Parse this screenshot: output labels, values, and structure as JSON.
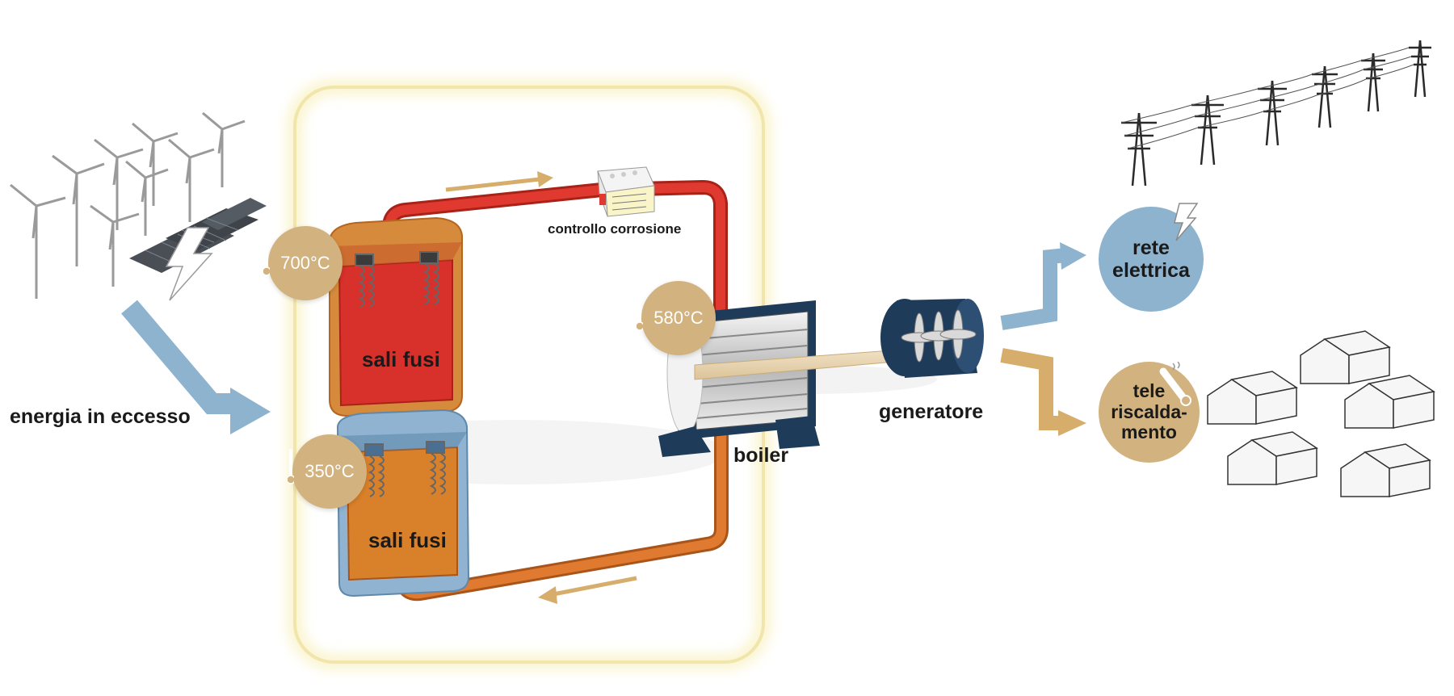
{
  "labels": {
    "excess_energy": "energia in eccesso",
    "corrosion_control": "controllo corrosione",
    "hot_tank": "sali fusi",
    "cold_tank": "sali fusi",
    "boiler": "boiler",
    "generator": "generatore",
    "grid_line1": "rete",
    "grid_line2": "elettrica",
    "heating_line1": "tele",
    "heating_line2": "riscalda-",
    "heating_line3": "mento"
  },
  "temperatures": {
    "hot_tank": "700°C",
    "cold_tank": "350°C",
    "boiler_inlet": "580°C"
  },
  "colors": {
    "hot_salt": "#d8302a",
    "cold_salt": "#d9802a",
    "hot_pipe": "#e03a30",
    "cold_pipe": "#e07a30",
    "hot_tank_shell": "#d68a3c",
    "cold_tank_shell": "#8fb3d1",
    "energy_arrow_blue": "#8eb3cf",
    "energy_arrow_gold": "#d6ad6b",
    "temperature_badge": "#d2b27e",
    "grid_circle": "#8eb3cf",
    "heating_circle": "#d2b27e",
    "frame_glow": "#f3e6a0",
    "boiler_frame": "#1f3b5a"
  },
  "icons": {
    "wind_turbines": "wind-turbine-icon",
    "solar_panels": "solar-panel-icon",
    "lightning": "lightning-icon",
    "power_lines": "power-pylon-icon",
    "houses": "house-icon",
    "thermometer": "thermometer-icon"
  }
}
